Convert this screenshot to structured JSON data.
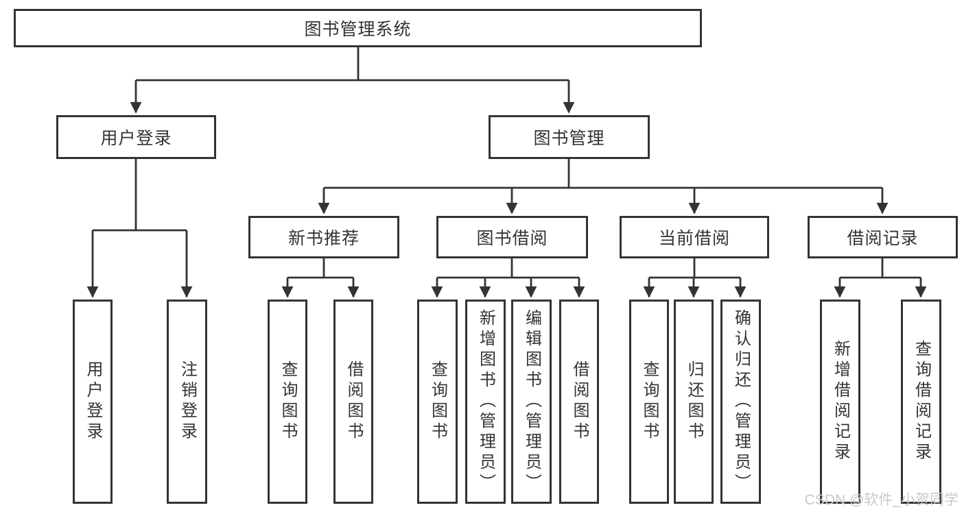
{
  "diagram": {
    "root": {
      "label": "图书管理系统"
    },
    "children": [
      {
        "label": "用户登录",
        "children": [
          {
            "label": "用户登录"
          },
          {
            "label": "注销登录"
          }
        ]
      },
      {
        "label": "图书管理",
        "children": [
          {
            "label": "新书推荐",
            "children": [
              {
                "label": "查询图书"
              },
              {
                "label": "借阅图书"
              }
            ]
          },
          {
            "label": "图书借阅",
            "children": [
              {
                "label": "查询图书"
              },
              {
                "label": "新增图书（管理员）"
              },
              {
                "label": "编辑图书（管理员）"
              },
              {
                "label": "借阅图书"
              }
            ]
          },
          {
            "label": "当前借阅",
            "children": [
              {
                "label": "查询图书"
              },
              {
                "label": "归还图书"
              },
              {
                "label": "确认归还（管理员）"
              }
            ]
          },
          {
            "label": "借阅记录",
            "children": [
              {
                "label": "新增借阅记录"
              },
              {
                "label": "查询借阅记录"
              }
            ]
          }
        ]
      }
    ]
  },
  "watermark": {
    "text": "CSDN @软件_小贺同学"
  },
  "colors": {
    "line": "#333333",
    "box_fill": "#ffffff",
    "text": "#333333",
    "background": "#ffffff",
    "watermark": "#c9c9c9"
  }
}
